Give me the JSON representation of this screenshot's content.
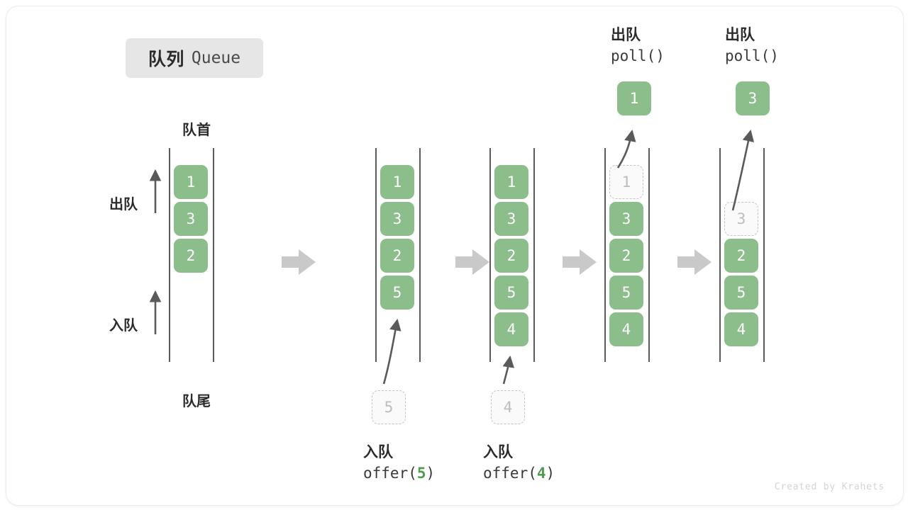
{
  "title": {
    "cn": "队列",
    "en": "Queue"
  },
  "watermark": "Created by Krahets",
  "first_stage": {
    "head_label": "队首",
    "tail_label": "队尾",
    "dequeue_label": "出队",
    "enqueue_label": "入队"
  },
  "stages": [
    {
      "name": "initial",
      "cells": [
        "1",
        "3",
        "2"
      ],
      "ghost_index": -1,
      "popped": null,
      "top_label": null,
      "bottom_label": null
    },
    {
      "name": "after-offer-5",
      "cells": [
        "1",
        "3",
        "2",
        "5"
      ],
      "ghost_index": -1,
      "popped": null,
      "top_label": null,
      "bottom_label": {
        "cn": "入队",
        "fn": "offer(",
        "arg": "5",
        "close": ")"
      },
      "incoming_ghost": "5"
    },
    {
      "name": "after-offer-4",
      "cells": [
        "1",
        "3",
        "2",
        "5",
        "4"
      ],
      "ghost_index": -1,
      "popped": null,
      "top_label": null,
      "bottom_label": {
        "cn": "入队",
        "fn": "offer(",
        "arg": "4",
        "close": ")"
      },
      "incoming_ghost": "4"
    },
    {
      "name": "after-poll-1",
      "cells": [
        "1",
        "3",
        "2",
        "5",
        "4"
      ],
      "ghost_index": 0,
      "popped": "1",
      "top_label": {
        "cn": "出队",
        "fn": "poll()"
      },
      "bottom_label": null
    },
    {
      "name": "after-poll-3",
      "cells": [
        "3",
        "2",
        "5",
        "4"
      ],
      "ghost_index": 0,
      "popped": "3",
      "top_label": {
        "cn": "出队",
        "fn": "poll()"
      },
      "bottom_label": null
    }
  ],
  "colors": {
    "cell_green": "#8cbe8c",
    "ghost_border": "#c4c4c4",
    "rail": "#5a5a5a",
    "transition_arrow": "#c9c9c9",
    "badge_bg": "#e6e6e6"
  }
}
